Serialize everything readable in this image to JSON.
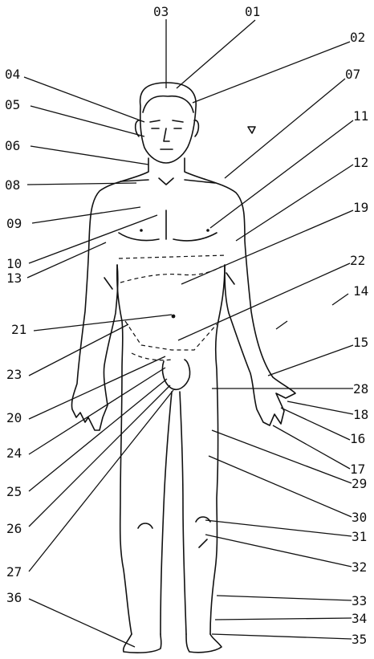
{
  "labels": {
    "l01": "01",
    "l02": "02",
    "l03": "03",
    "l04": "04",
    "l05": "05",
    "l06": "06",
    "l07": "07",
    "l08": "08",
    "l09": "09",
    "l10": "10",
    "l11": "11",
    "l12": "12",
    "l13": "13",
    "l14": "14",
    "l15": "15",
    "l16": "16",
    "l17": "17",
    "l18": "18",
    "l19": "19",
    "l20": "20",
    "l21": "21",
    "l22": "22",
    "l23": "23",
    "l24": "24",
    "l25": "25",
    "l26": "26",
    "l27": "27",
    "l28": "28",
    "l29": "29",
    "l30": "30",
    "l31": "31",
    "l32": "32",
    "l33": "33",
    "l34": "34",
    "l35": "35",
    "l36": "36"
  },
  "colors": {
    "ink": "#111111",
    "paper": "#ffffff"
  }
}
